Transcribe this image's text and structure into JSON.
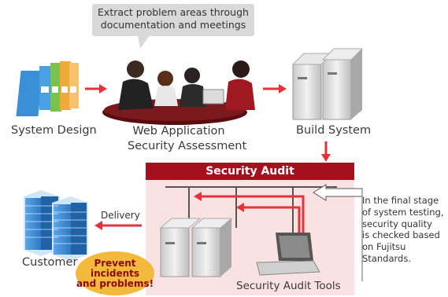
{
  "callout": {
    "line1": "Extract problem areas through",
    "line2": "documentation and meetings"
  },
  "stages": {
    "system_design": "System Design",
    "assessment_line1": "Web Application",
    "assessment_line2": "Security Assessment",
    "build_system": "Build System"
  },
  "audit": {
    "title": "Security Audit",
    "tools_label": "Security Audit Tools"
  },
  "note": {
    "line1": "In the final stage",
    "line2": "of system testing,",
    "line3": "security quality",
    "line4": "is checked based",
    "line5": "on Fujitsu",
    "line6": "Standards."
  },
  "delivery": "Delivery",
  "customer": "Customer",
  "bubble": {
    "line1": "Prevent",
    "line2": "incidents",
    "line3": "and problems!"
  },
  "colors": {
    "arrow_red": "#e5323c",
    "audit_band": "#a5101e",
    "audit_area": "#fbe2e2",
    "callout_bg": "#d9d9d9",
    "bubble_bg": "#f2b93c",
    "bubble_text": "#8b0a0a"
  }
}
